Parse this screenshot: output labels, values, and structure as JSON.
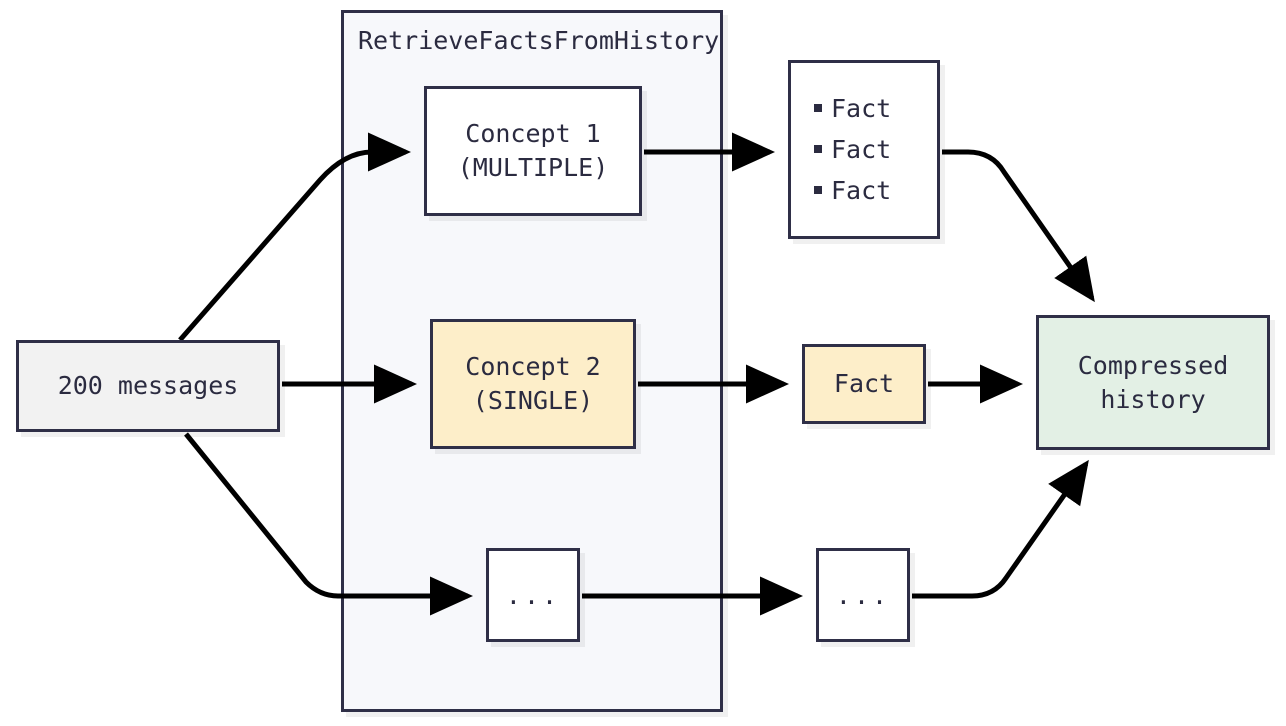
{
  "diagram": {
    "type": "flowchart",
    "direction": "left-to-right",
    "background": "#ffffff",
    "palette": {
      "stroke": "#2f2f47",
      "text": "#2b2b40",
      "edge": "#000000",
      "cluster_fill": "#f7f8fb",
      "source_fill": "#f2f2f2",
      "plain_fill": "#ffffff",
      "highlight_fill": "#fdeec9",
      "result_fill": "#e3f0e5"
    }
  },
  "cluster": {
    "name": "RetrieveFactsFromHistory",
    "title": "RetrieveFactsFromHistory"
  },
  "nodes": {
    "messages": {
      "label": "200 messages",
      "fill": "#f2f2f2"
    },
    "concept1": {
      "line1": "Concept 1",
      "line2": "(MULTIPLE)",
      "fill": "#ffffff"
    },
    "concept2": {
      "line1": "Concept 2",
      "line2": "(SINGLE)",
      "fill": "#fdeec9"
    },
    "dots_inner": {
      "label": "...",
      "fill": "#ffffff"
    },
    "fact_list": {
      "items": [
        "Fact",
        "Fact",
        "Fact"
      ],
      "bullet": "square-bullet",
      "fill": "#ffffff"
    },
    "fact_single": {
      "label": "Fact",
      "fill": "#fdeec9"
    },
    "dots_outer": {
      "label": "...",
      "fill": "#ffffff"
    },
    "compressed": {
      "line1": "Compressed",
      "line2": "history",
      "fill": "#e3f0e5"
    }
  },
  "edges": [
    {
      "from": "messages",
      "to": "concept1",
      "style": "curved-up",
      "arrow": "filled-triangle"
    },
    {
      "from": "messages",
      "to": "concept2",
      "style": "straight",
      "arrow": "filled-triangle"
    },
    {
      "from": "messages",
      "to": "dots_inner",
      "style": "curved-down",
      "arrow": "filled-triangle"
    },
    {
      "from": "concept1",
      "to": "fact_list",
      "style": "straight",
      "arrow": "filled-triangle"
    },
    {
      "from": "concept2",
      "to": "fact_single",
      "style": "straight",
      "arrow": "filled-triangle"
    },
    {
      "from": "dots_inner",
      "to": "dots_outer",
      "style": "straight",
      "arrow": "filled-triangle"
    },
    {
      "from": "fact_list",
      "to": "compressed",
      "style": "curved-down",
      "arrow": "filled-triangle"
    },
    {
      "from": "fact_single",
      "to": "compressed",
      "style": "straight",
      "arrow": "filled-triangle"
    },
    {
      "from": "dots_outer",
      "to": "compressed",
      "style": "curved-up",
      "arrow": "filled-triangle"
    }
  ]
}
